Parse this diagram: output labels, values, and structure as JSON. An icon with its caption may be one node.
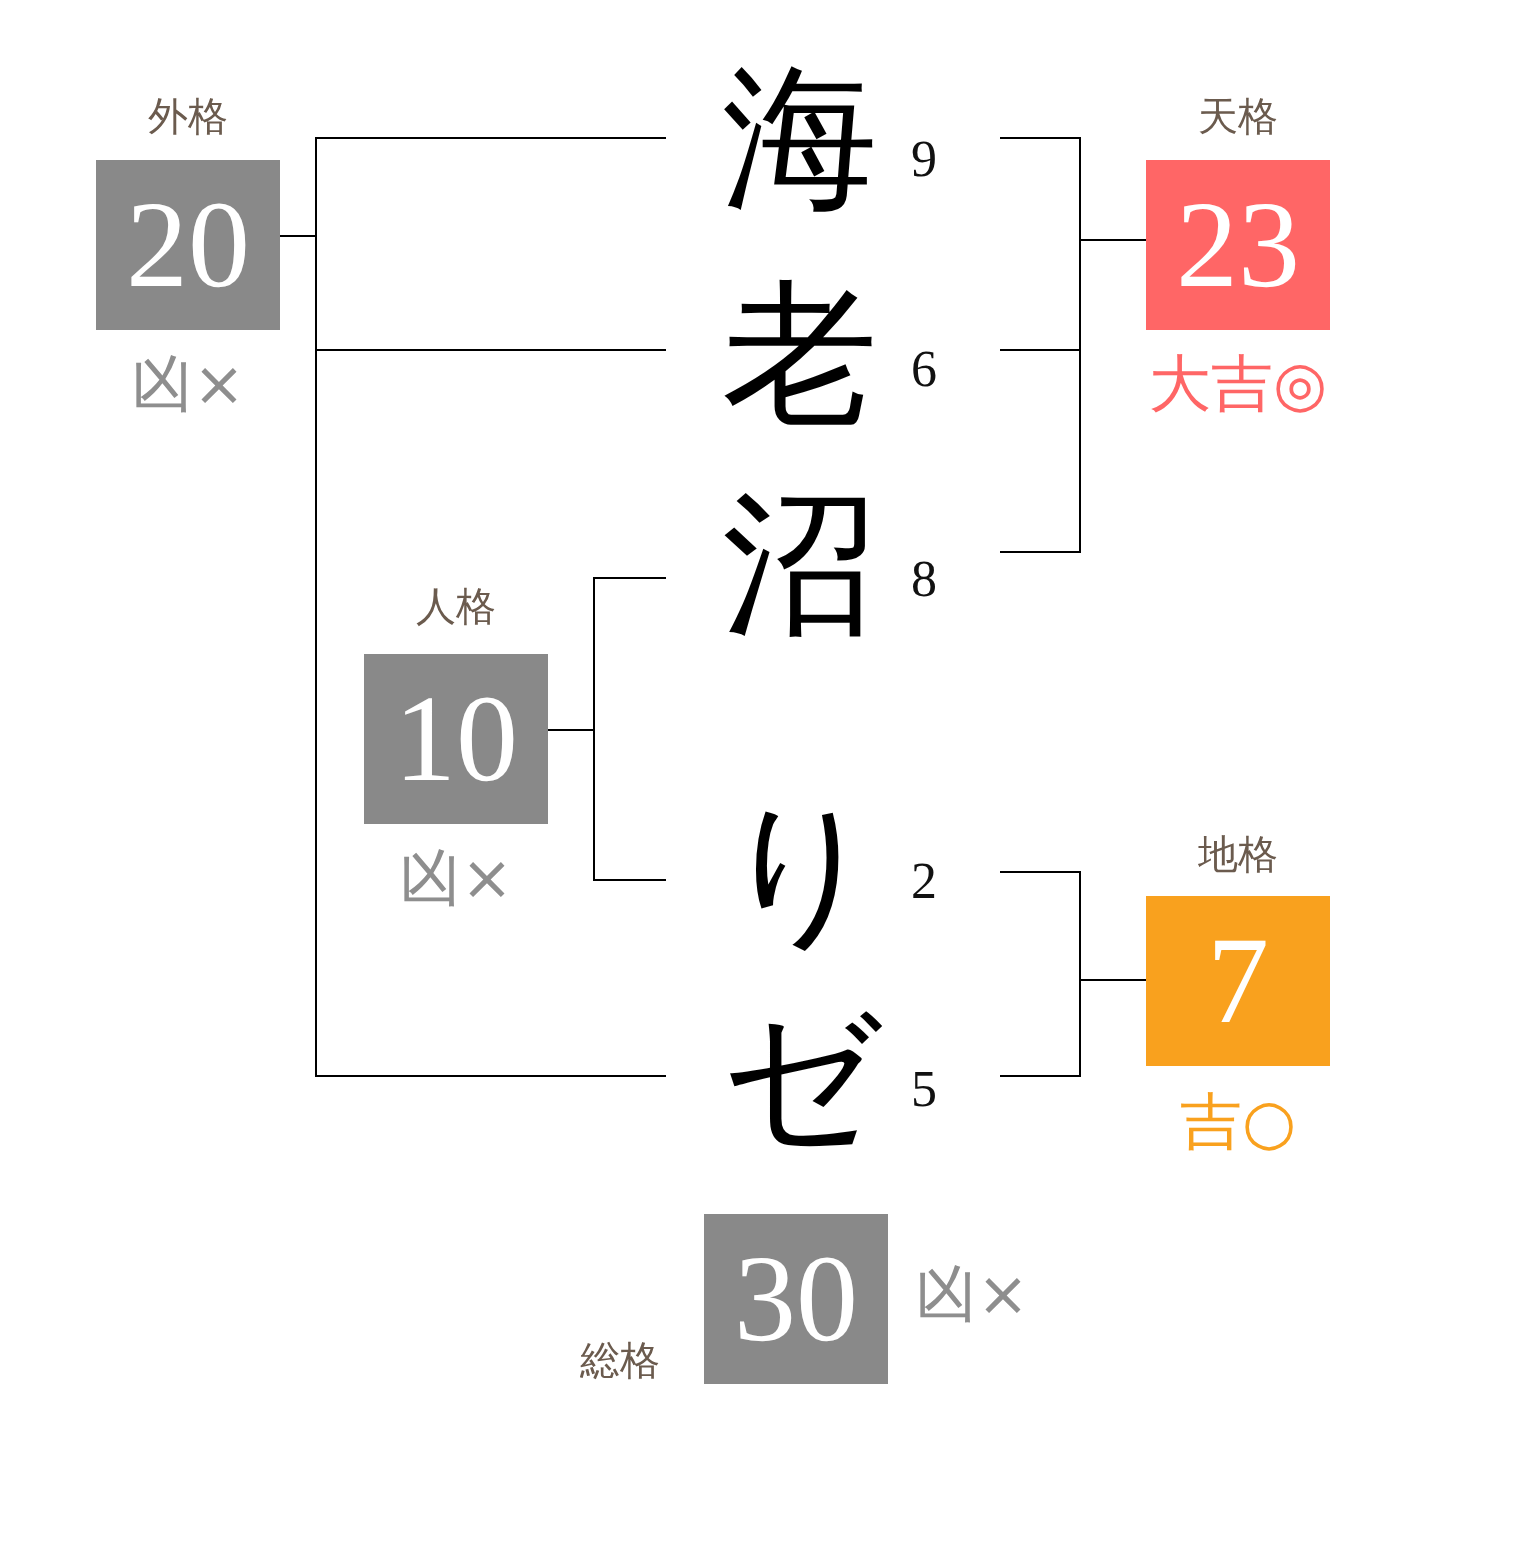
{
  "diagram": {
    "nodes": [
      {
        "text": [
          "海"
        ],
        "beside": [
          "9"
        ]
      },
      {
        "text": [
          "老"
        ],
        "beside": [
          "6"
        ]
      },
      {
        "text": [
          "沼"
        ],
        "beside": [
          "8"
        ]
      },
      {
        "text": [
          "り"
        ],
        "beside": [
          "2"
        ]
      },
      {
        "text": [
          "ゼ"
        ],
        "beside": [
          "5"
        ]
      },
      {
        "text": [
          "外格",
          "20"
        ],
        "beside": [
          "凶×"
        ]
      },
      {
        "text": [
          "天格",
          "23"
        ],
        "beside": [
          "大吉◎"
        ]
      },
      {
        "text": [
          "人格",
          "10"
        ],
        "beside": [
          "凶×"
        ]
      },
      {
        "text": [
          "地格",
          "7"
        ],
        "beside": [
          "吉○"
        ]
      },
      {
        "text": [
          "総格",
          "30"
        ],
        "beside": [
          "凶×"
        ]
      }
    ],
    "edges": [
      {
        "from": 0,
        "to": 6,
        "arrow": "none"
      },
      {
        "from": 1,
        "to": 6,
        "arrow": "none"
      },
      {
        "from": 2,
        "to": 6,
        "arrow": "none"
      },
      {
        "from": 3,
        "to": 8,
        "arrow": "none"
      },
      {
        "from": 4,
        "to": 8,
        "arrow": "none"
      },
      {
        "from": 2,
        "to": 7,
        "arrow": "none"
      },
      {
        "from": 3,
        "to": 7,
        "arrow": "none"
      },
      {
        "from": 0,
        "to": 5,
        "arrow": "none"
      },
      {
        "from": 1,
        "to": 5,
        "arrow": "none"
      },
      {
        "from": 4,
        "to": 5,
        "arrow": "none"
      }
    ]
  }
}
